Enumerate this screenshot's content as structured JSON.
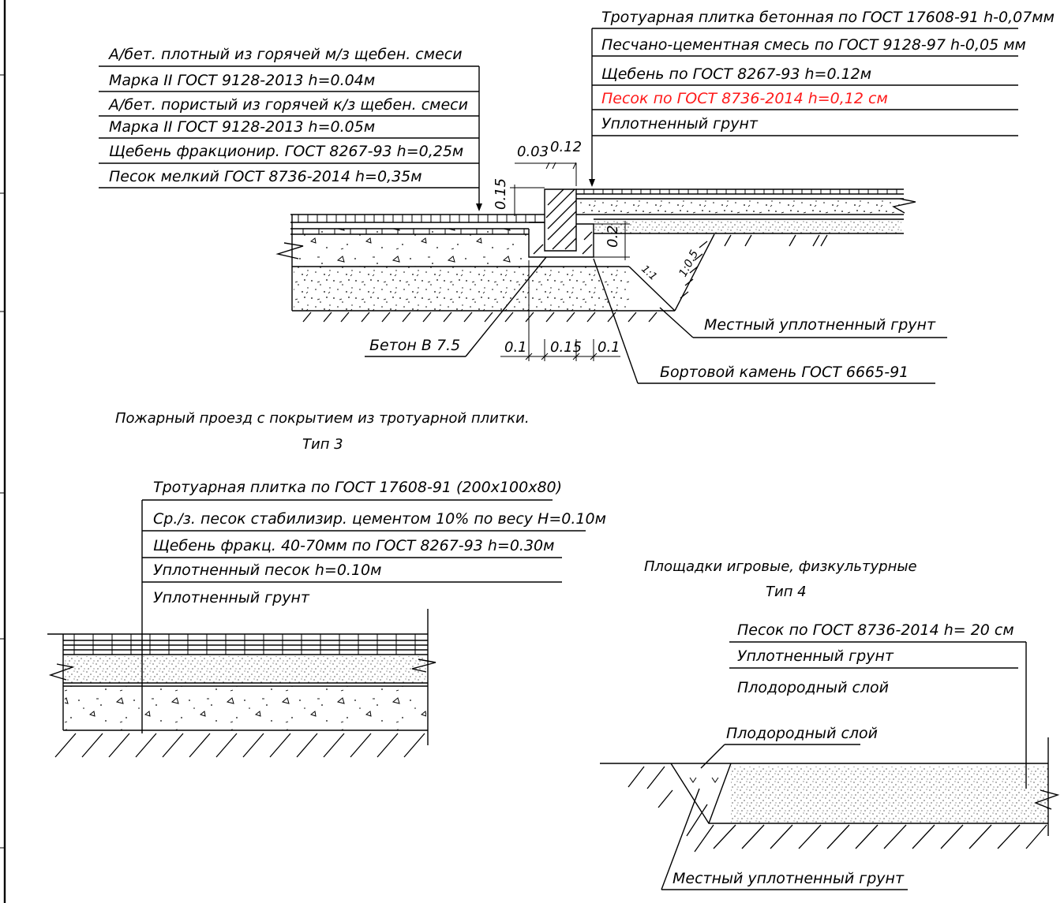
{
  "type1": {
    "sidewalk_labels": [
      "Тротуарная плитка бетонная по ГОСТ 17608-91 h-0,07мм",
      "Песчано-цементная смесь по ГОСТ 9128-97    h-0,05 мм",
      "Щебень по ГОСТ 8267-93 h=0.12м",
      "Песок по ГОСТ 8736-2014 h=0,12 см",
      "Уплотненный грунт"
    ],
    "road_labels": [
      "А/бет. плотный из горячей м/з щебен. смеси",
      "Марка II ГОСТ 9128-2013 h=0.04м",
      "А/бет. пористый из горячей к/з щебен. смеси",
      "Марка II ГОСТ 9128-2013  h=0.05м",
      "Щебень фракционир. ГОСТ 8267-93 h=0,25м",
      "Песок мелкий ГОСТ 8736-2014 h=0,35м"
    ],
    "dims": {
      "d003": "0.03",
      "d012": "0.12",
      "d015v": "0.15",
      "d02": "0.2",
      "slope1": "1:1",
      "slope105": "1:0.5",
      "b01a": "0.1",
      "b015": "0.15",
      "b01b": "0.1"
    },
    "concrete": "Бетон  В 7.5",
    "local_soil": "Местный уплотненный грунт",
    "curb": "Бортовой камень  ГОСТ 6665-91",
    "highlight_color": "#ff1a1a"
  },
  "type3": {
    "caption": "Пожарный проезд с покрытием из тротуарной плитки.",
    "type_label": "Тип 3",
    "labels": [
      "Тротуарная плитка по ГОСТ 17608-91 (200х100х80)",
      "Ср./з. песок стабилизир. цементом 10% по весу Н=0.10м",
      "Щебень фракц. 40-70мм по ГОСТ 8267-93 h=0.30м",
      "Уплотненный песок h=0.10м",
      "Уплотненный грунт"
    ]
  },
  "type4": {
    "caption": "Площадки  игровые,  физкультурные",
    "type_label": "Тип 4",
    "labels": [
      "Песок по ГОСТ 8736-2014 h= 20 см",
      "Уплотненный грунт",
      "Плодородный слой"
    ],
    "fertile": "Плодородный слой",
    "local_soil": "Местный уплотненный грунт"
  }
}
